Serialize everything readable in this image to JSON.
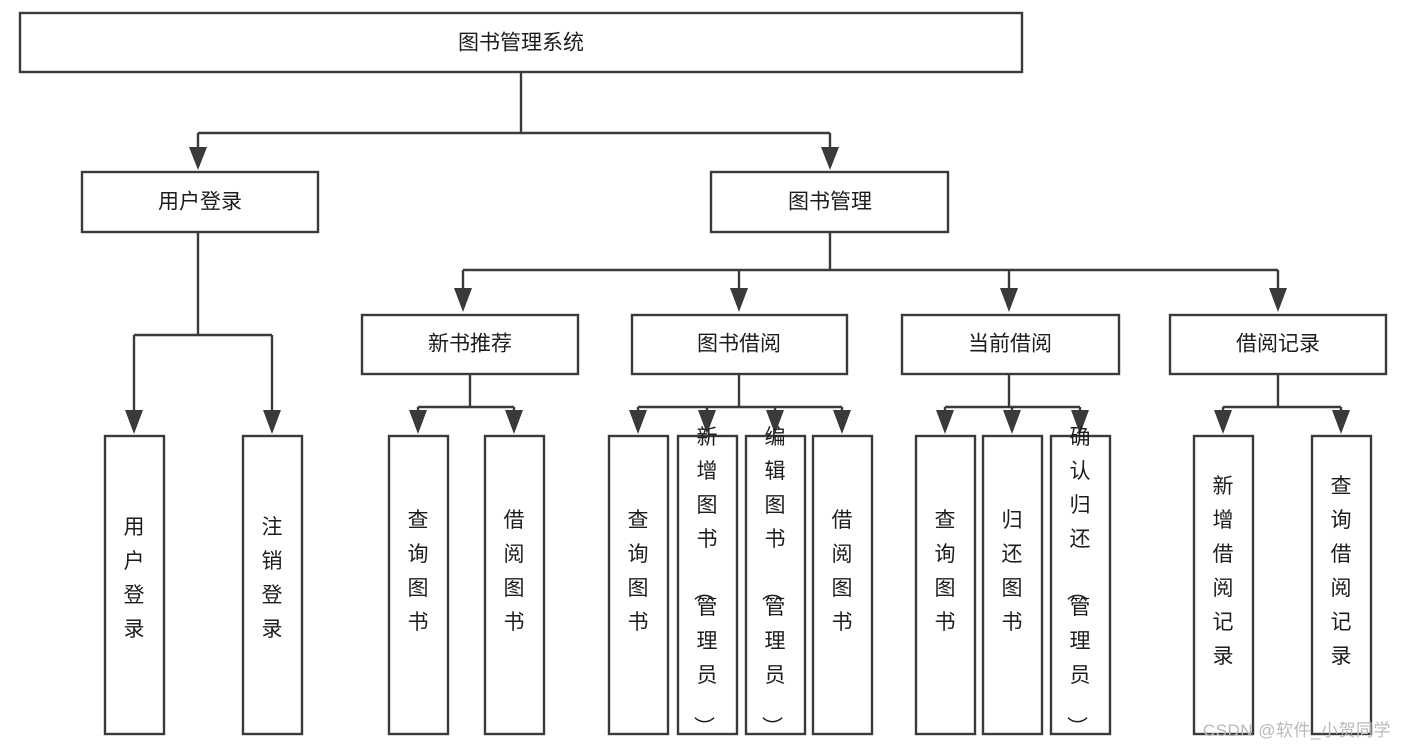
{
  "diagram": {
    "title": "图书管理系统",
    "type": "tree-hierarchy",
    "watermark": "CSDN @软件_小贺同学",
    "stroke_color": "#3a3a3a",
    "fill_color": "#ffffff",
    "text_color": "#1d1d1d",
    "watermark_color": "#b9b9b9"
  },
  "nodes": {
    "root": {
      "label": "图书管理系统"
    },
    "level1": [
      {
        "id": "user-login",
        "label": "用户登录"
      },
      {
        "id": "book-manage",
        "label": "图书管理"
      }
    ],
    "level2": [
      {
        "id": "new-book-recommend",
        "label": "新书推荐"
      },
      {
        "id": "book-borrow",
        "label": "图书借阅"
      },
      {
        "id": "current-borrow",
        "label": "当前借阅"
      },
      {
        "id": "borrow-record",
        "label": "借阅记录"
      }
    ],
    "leaves": [
      {
        "id": "leaf-user-login",
        "label": "用户登录",
        "parent": "user-login"
      },
      {
        "id": "leaf-logout-login",
        "label": "注销登录",
        "parent": "user-login"
      },
      {
        "id": "leaf-query-book-1",
        "label": "查询图书",
        "parent": "new-book-recommend"
      },
      {
        "id": "leaf-borrow-book-1",
        "label": "借阅图书",
        "parent": "new-book-recommend"
      },
      {
        "id": "leaf-query-book-2",
        "label": "查询图书",
        "parent": "book-borrow"
      },
      {
        "id": "leaf-add-book",
        "label": "新增图书（管理员）",
        "parent": "book-borrow"
      },
      {
        "id": "leaf-edit-book",
        "label": "编辑图书（管理员）",
        "parent": "book-borrow"
      },
      {
        "id": "leaf-borrow-book-2",
        "label": "借阅图书",
        "parent": "book-borrow"
      },
      {
        "id": "leaf-query-book-3",
        "label": "查询图书",
        "parent": "current-borrow"
      },
      {
        "id": "leaf-return-book",
        "label": "归还图书",
        "parent": "current-borrow"
      },
      {
        "id": "leaf-confirm-return",
        "label": "确认归还（管理员）",
        "parent": "current-borrow"
      },
      {
        "id": "leaf-add-record",
        "label": "新增借阅记录",
        "parent": "borrow-record"
      },
      {
        "id": "leaf-query-record",
        "label": "查询借阅记录",
        "parent": "borrow-record"
      }
    ]
  },
  "chart_data": {
    "type": "table",
    "title": "图书管理系统",
    "hierarchy": [
      {
        "label": "图书管理系统",
        "children": [
          {
            "label": "用户登录",
            "children": [
              {
                "label": "用户登录"
              },
              {
                "label": "注销登录"
              }
            ]
          },
          {
            "label": "图书管理",
            "children": [
              {
                "label": "新书推荐",
                "children": [
                  {
                    "label": "查询图书"
                  },
                  {
                    "label": "借阅图书"
                  }
                ]
              },
              {
                "label": "图书借阅",
                "children": [
                  {
                    "label": "查询图书"
                  },
                  {
                    "label": "新增图书（管理员）"
                  },
                  {
                    "label": "编辑图书（管理员）"
                  },
                  {
                    "label": "借阅图书"
                  }
                ]
              },
              {
                "label": "当前借阅",
                "children": [
                  {
                    "label": "查询图书"
                  },
                  {
                    "label": "归还图书"
                  },
                  {
                    "label": "确认归还（管理员）"
                  }
                ]
              },
              {
                "label": "借阅记录",
                "children": [
                  {
                    "label": "新增借阅记录"
                  },
                  {
                    "label": "查询借阅记录"
                  }
                ]
              }
            ]
          }
        ]
      }
    ]
  }
}
